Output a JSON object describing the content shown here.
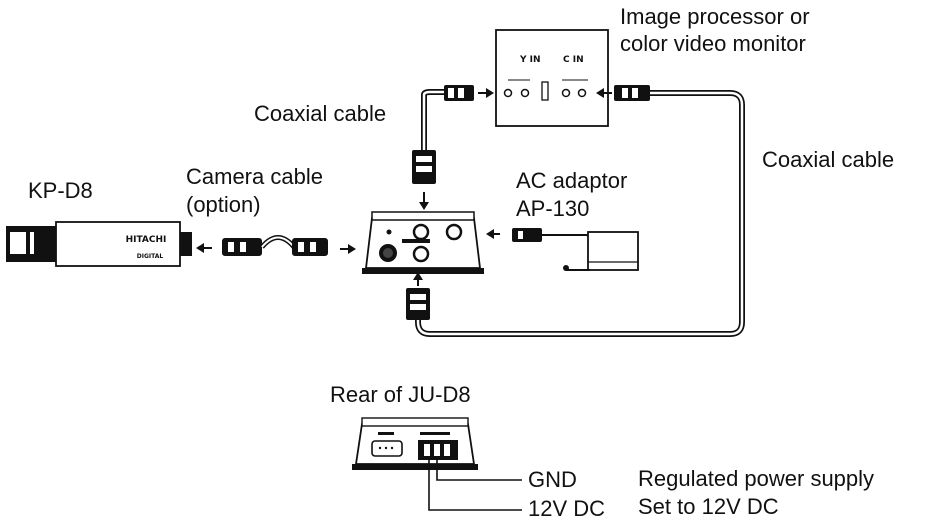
{
  "labels": {
    "image_processor_line1": "Image processor or",
    "image_processor_line2": "color video monitor",
    "coaxial_cable_left": "Coaxial cable",
    "coaxial_cable_right": "Coaxial cable",
    "camera_name": "KP-D8",
    "camera_cable_line1": "Camera cable",
    "camera_cable_line2": "(option)",
    "ac_adaptor_line1": "AC adaptor",
    "ac_adaptor_line2": "AP-130",
    "rear_title": "Rear of JU-D8",
    "gnd": "GND",
    "v12_dc": "12V DC",
    "power_supply_line1": "Regulated power supply",
    "power_supply_line2": "Set to 12V DC"
  },
  "device_markings": {
    "camera_brand": "HITACHI",
    "camera_sub": "DIGITAL",
    "monitor_y_in": "Y IN",
    "monitor_c_in": "C IN"
  },
  "colors": {
    "ink": "#111111",
    "background": "#ffffff"
  }
}
